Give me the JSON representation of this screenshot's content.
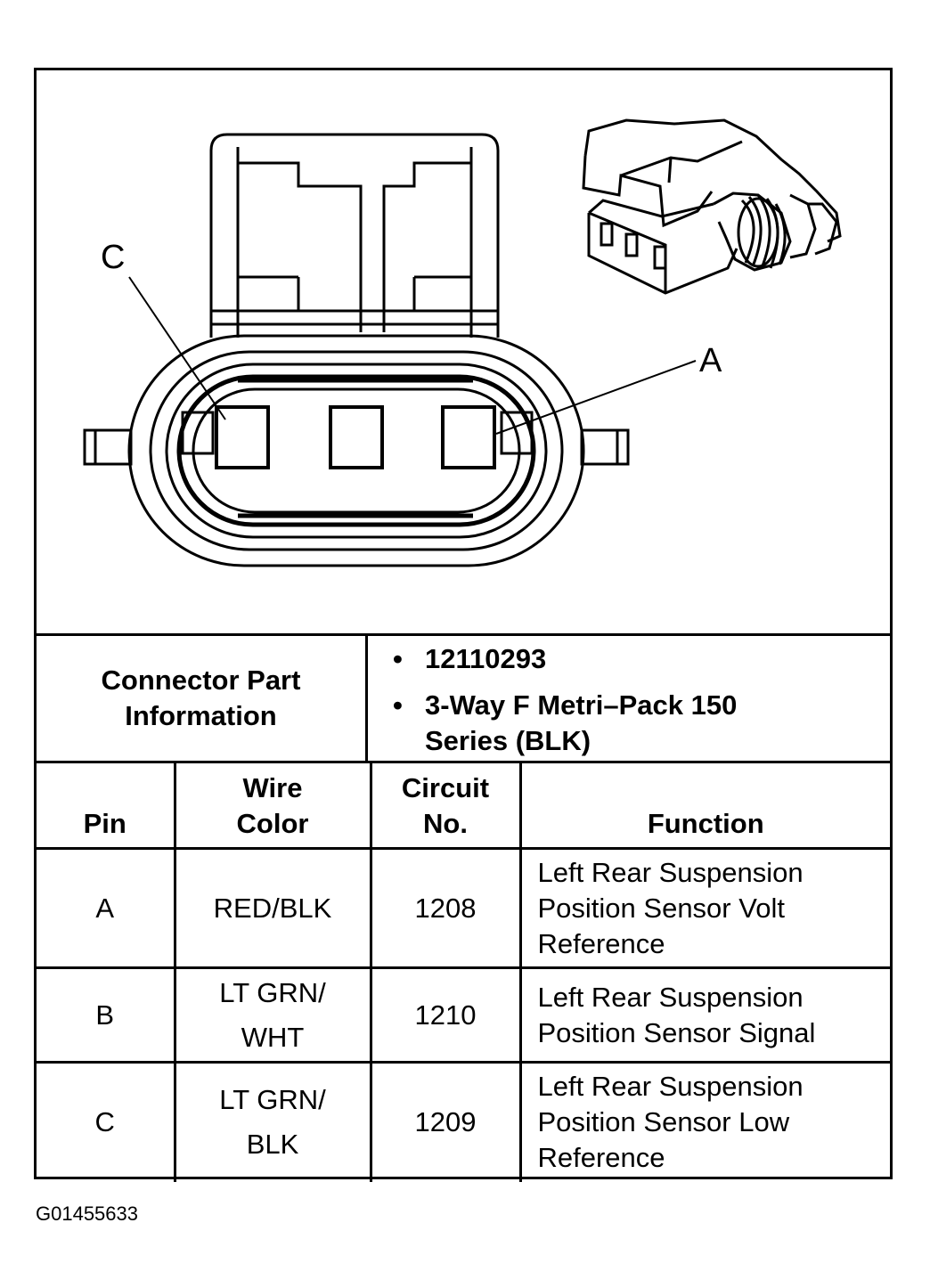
{
  "diagram": {
    "callouts": {
      "pin_c": "C",
      "pin_a": "A"
    },
    "icons": [
      "connector-face-icon",
      "connector-3d-icon"
    ]
  },
  "part_info": {
    "label": "Connector Part Information",
    "items": [
      "12110293",
      "3-Way F Metri–Pack 150 Series (BLK)"
    ]
  },
  "pin_table": {
    "headers": {
      "pin": "Pin",
      "wire_color": "Wire Color",
      "circuit_no": "Circuit No.",
      "function": "Function"
    },
    "rows": [
      {
        "pin": "A",
        "wire_color": "RED/BLK",
        "circuit": "1208",
        "function": "Left Rear Suspension Position Sensor Volt Reference"
      },
      {
        "pin": "B",
        "wire_color": "LT GRN/ WHT",
        "circuit": "1210",
        "function": "Left Rear Suspension Position Sensor Signal"
      },
      {
        "pin": "C",
        "wire_color": "LT GRN/ BLK",
        "circuit": "1209",
        "function": "Left Rear Suspension Position Sensor Low Reference"
      }
    ]
  },
  "footer": {
    "code": "G01455633"
  }
}
